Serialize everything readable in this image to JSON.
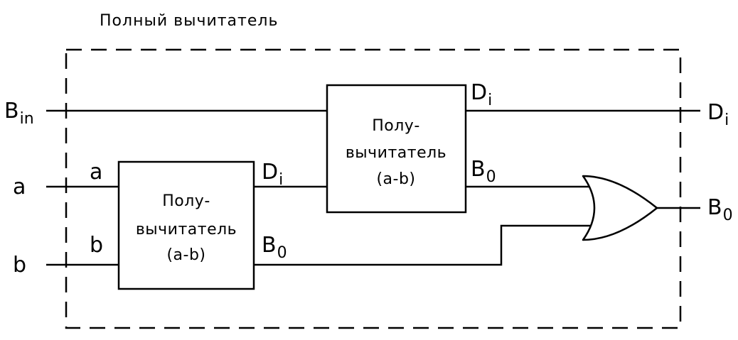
{
  "title": "Полный вычитатель",
  "inputs": {
    "borrow_in_main": "B",
    "borrow_in_sub": "in",
    "a": "a",
    "b": "b"
  },
  "half_subtractor_1": {
    "line1": "Полу-",
    "line2": "вычитатель",
    "line3": "(a-b)",
    "in_a": "a",
    "in_b": "b",
    "out_d_main": "D",
    "out_d_sub": "i",
    "out_b_main": "B",
    "out_b_sub": "0"
  },
  "half_subtractor_2": {
    "line1": "Полу-",
    "line2": "вычитатель",
    "line3": "(a-b)",
    "out_d_main": "D",
    "out_d_sub": "i",
    "out_b_main": "B",
    "out_b_sub": "0"
  },
  "outputs": {
    "d_main": "D",
    "d_sub": "i",
    "b_main": "B",
    "b_sub": "0"
  },
  "gate": "or-gate"
}
